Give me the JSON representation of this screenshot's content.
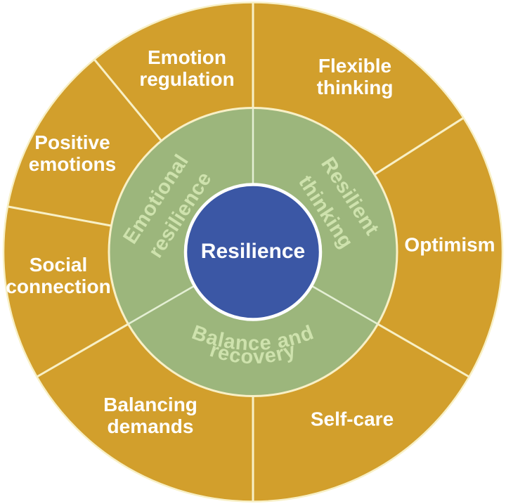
{
  "diagram": {
    "type": "wheel",
    "center": {
      "label": "Resilience"
    },
    "inner_ring": {
      "segments": [
        {
          "text": "Emotional resilience",
          "display": "Emotional\nresilience"
        },
        {
          "text": "Resilient thinking",
          "display": "Resilient\nthinking"
        },
        {
          "text": "Balance and recovery",
          "line1": "Balance and",
          "line2": "recovery"
        }
      ]
    },
    "outer_ring": {
      "segments": [
        {
          "text": "Emotion regulation",
          "display": "Emotion\nregulation"
        },
        {
          "text": "Flexible thinking",
          "display": "Flexible\nthinking"
        },
        {
          "text": "Optimism",
          "display": "Optimism"
        },
        {
          "text": "Self-care",
          "display": "Self-care"
        },
        {
          "text": "Balancing demands",
          "display": "Balancing\ndemands"
        },
        {
          "text": "Social connection",
          "display": "Social\nconnection"
        },
        {
          "text": "Positive emotions",
          "display": "Positive\nemotions"
        }
      ]
    },
    "colors": {
      "outer_ring": "#d29f2c",
      "inner_ring": "#9cb67c",
      "center_circle": "#3b57a5",
      "outer_label_text": "#ffffff",
      "inner_label_text": "#cee2ad",
      "divider_line": "#f8f0c6",
      "inner_divider_line": "#e4efd4",
      "center_border": "#ffffff",
      "background": "#ffffff"
    }
  }
}
